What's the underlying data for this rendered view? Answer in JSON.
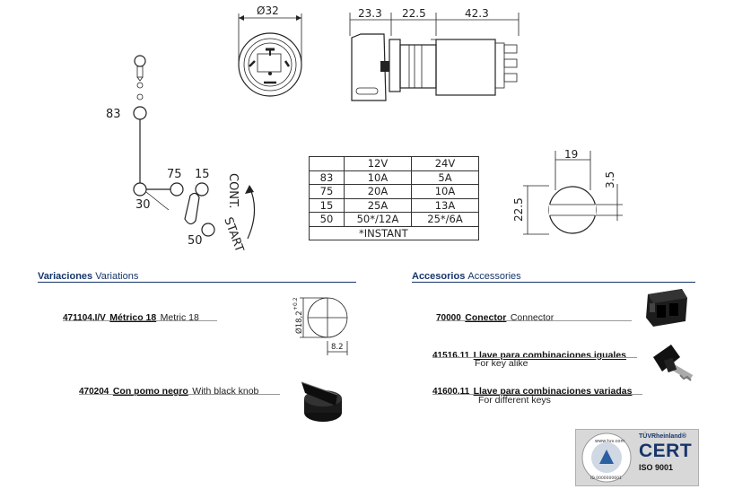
{
  "diagram": {
    "front_diameter": "Ø32",
    "side_dims": [
      "23.3",
      "22.5",
      "42.3"
    ],
    "positions": [
      "83",
      "75",
      "15",
      "30",
      "50"
    ],
    "cont_label": "CONT.",
    "start_label": "START",
    "hole_dims": [
      "19",
      "3.5",
      "22.5"
    ]
  },
  "current_table": {
    "headers": [
      "",
      "12V",
      "24V"
    ],
    "rows": [
      [
        "83",
        "10A",
        "5A"
      ],
      [
        "75",
        "20A",
        "10A"
      ],
      [
        "15",
        "25A",
        "13A"
      ],
      [
        "50",
        "50*/12A",
        "25*/6A"
      ]
    ],
    "footnote": "*INSTANT"
  },
  "variations": {
    "title_es": "Variaciones",
    "title_en": "Variations",
    "items": [
      {
        "code": "471104.I/V",
        "name_es": "Métrico 18",
        "name_en": "Metric 18",
        "dim_a": "Ø18,2",
        "dim_b": "8.2",
        "dim_c": "+0.2"
      },
      {
        "code": "470204",
        "name_es": "Con pomo negro",
        "name_en": "With black knob"
      }
    ]
  },
  "accessories": {
    "title_es": "Accesorios",
    "title_en": "Accessories",
    "items": [
      {
        "code": "70000",
        "name_es": "Conector",
        "name_en": "Connector"
      },
      {
        "code": "41516.11",
        "name_es": "Llave para combinaciones iguales",
        "name_en": "For key alike"
      },
      {
        "code": "41600.11",
        "name_es": "Llave para combinaciones variadas",
        "name_en": "For different keys"
      }
    ]
  },
  "cert": {
    "brand": "TÜVRheinland®",
    "title": "CERT",
    "std": "ISO 9001",
    "ring": "www.tuv.com",
    "id": "ID 0000000601"
  }
}
